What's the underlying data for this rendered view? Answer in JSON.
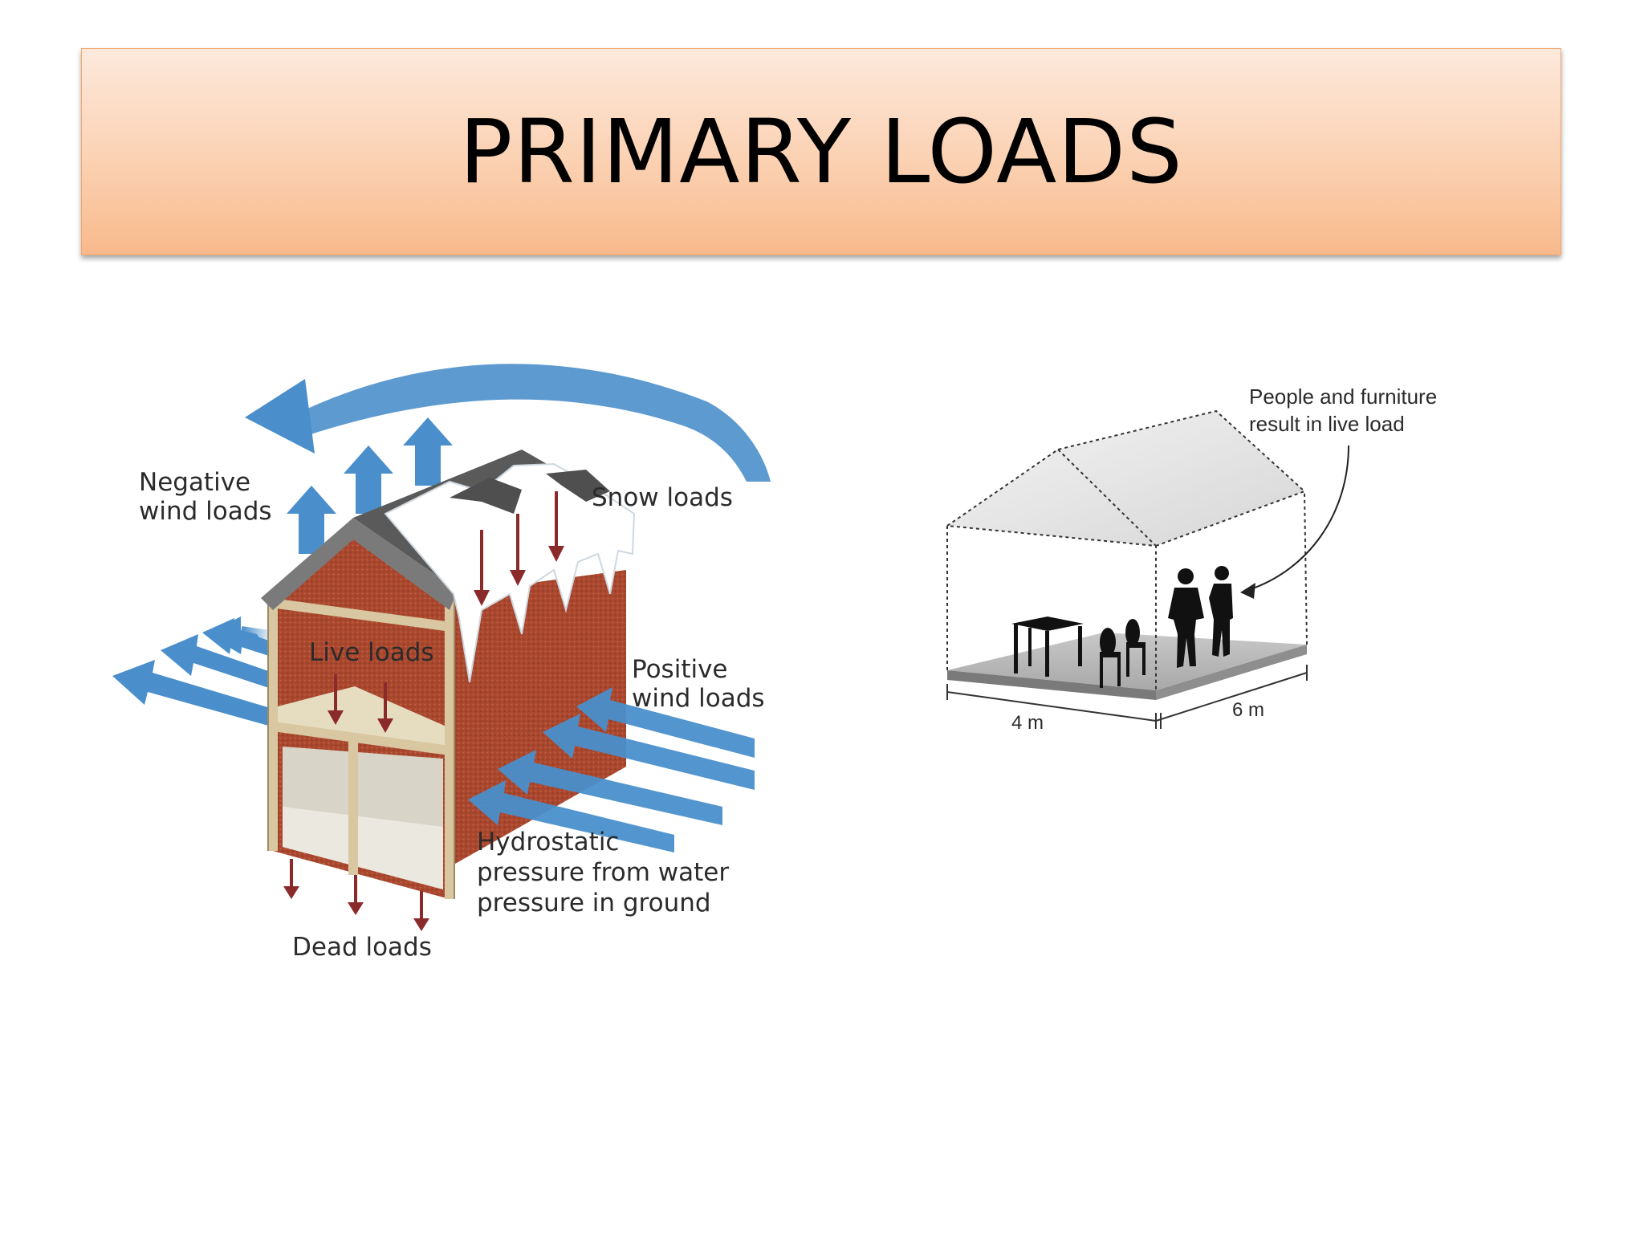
{
  "slide": {
    "title": "PRIMARY LOADS"
  },
  "house_diagram": {
    "labels": {
      "negative_wind_1": "Negative",
      "negative_wind_2": "wind loads",
      "snow": "Snow loads",
      "live": "Live loads",
      "positive_wind_1": "Positive",
      "positive_wind_2": "wind loads",
      "hydro_1": "Hydrostatic",
      "hydro_2": "pressure from water",
      "hydro_3": "pressure in ground",
      "dead": "Dead loads"
    },
    "colors": {
      "wind_arrow": "#4a8fcb",
      "load_arrow": "#8b2a2a",
      "brick": "#a9482e",
      "frame": "#d8c7a0",
      "roof": "#5a5a5a",
      "snow": "#ffffff"
    }
  },
  "room_diagram": {
    "annotation_1": "People and furniture",
    "annotation_2": "result in live load",
    "dim_width": "4 m",
    "dim_depth": "6 m"
  }
}
